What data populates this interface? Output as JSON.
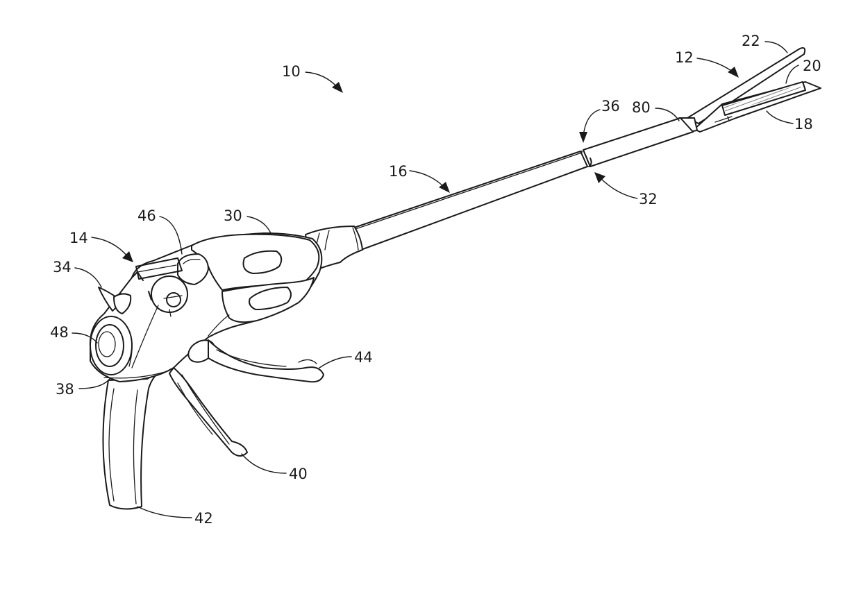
{
  "figure": {
    "reference_numerals": {
      "device": "10",
      "end_effector": "12",
      "handle_assembly": "14",
      "shaft": "16",
      "lower_jaw": "18",
      "cartridge": "20",
      "anvil": "22",
      "handle_body": "30",
      "articulation_joint": "32",
      "knob": "34",
      "shaft_joint": "36",
      "housing_edge": "38",
      "trigger": "40",
      "pistol_grip": "42",
      "secondary_trigger": "44",
      "top_button": "46",
      "rear_knob": "48",
      "pin": "80"
    }
  }
}
